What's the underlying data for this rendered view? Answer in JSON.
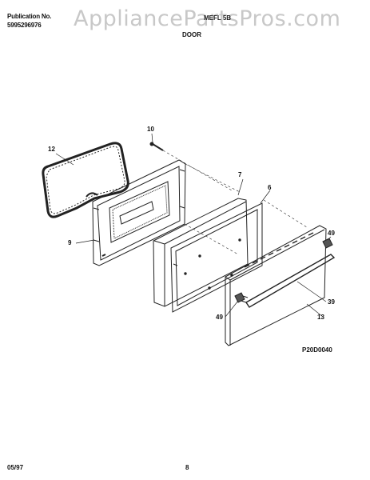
{
  "header": {
    "publication_label": "Publication No.",
    "publication_number": "5995296976",
    "model_code": "MEFL 5B",
    "watermark": "AppliancePartsPros.com",
    "section_title": "DOOR"
  },
  "callouts": {
    "p12": "12",
    "p10": "10",
    "p7": "7",
    "p6": "6",
    "p9": "9",
    "p49a": "49",
    "p39": "39",
    "p49b": "49",
    "p13": "13"
  },
  "diagram_code": "P20D0040",
  "footer": {
    "date": "05/97",
    "page": "8"
  }
}
